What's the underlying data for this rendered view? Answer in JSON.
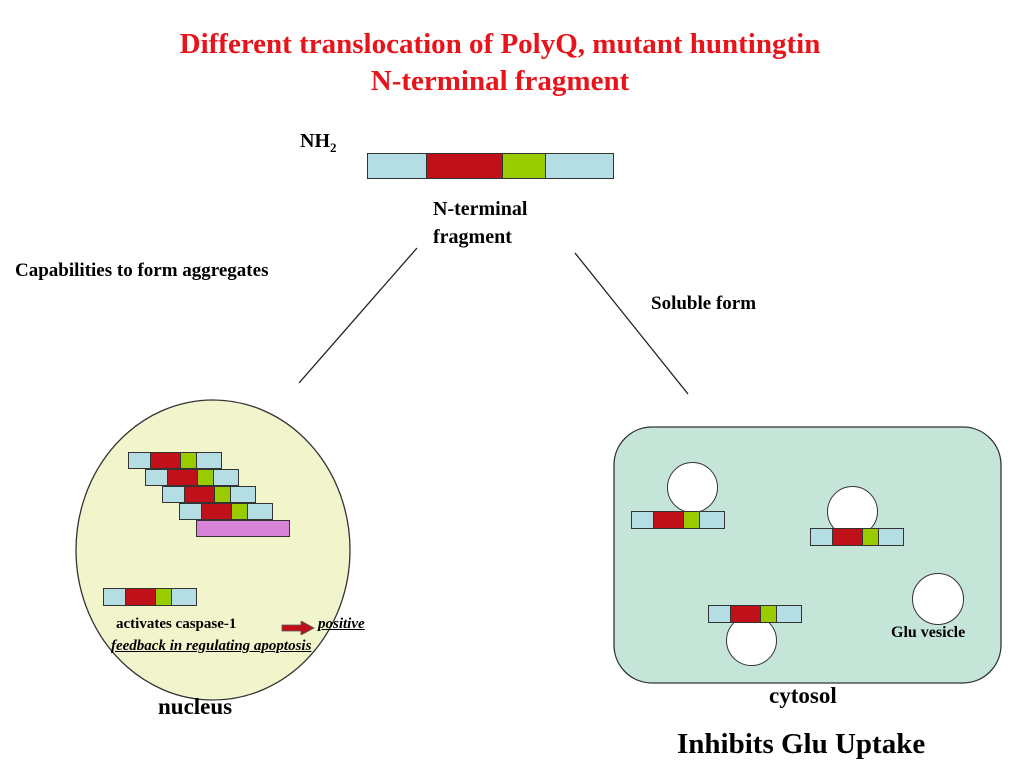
{
  "title": {
    "line1": "Different translocation of PolyQ, mutant huntingtin",
    "line2": "N-terminal fragment"
  },
  "nh2": {
    "main": "NH",
    "sub": "2"
  },
  "fragment_label": {
    "line1": "N-terminal",
    "line2": "fragment"
  },
  "left_branch_label": "Capabilities to form aggregates",
  "right_branch_label": "Soluble form",
  "nucleus": {
    "label": "nucleus",
    "caption_plain": "activates caspase-1",
    "caption_italic_1": "positive",
    "caption_italic_2": "feedback in regulating apoptosis"
  },
  "cytosol": {
    "label": "cytosol",
    "vesicle_label": "Glu vesicle",
    "effect": "Inhibits Glu Uptake"
  },
  "colors": {
    "title": "#e8141c",
    "fragment_end": "#b5dde4",
    "polyq": "#c0111b",
    "domain": "#99cc00",
    "nucleus_fill": "#f2f5cc",
    "cytosol_fill": "#c5e5d8",
    "caspase_bar": "#d783d8",
    "arrow": "#c0111b"
  }
}
